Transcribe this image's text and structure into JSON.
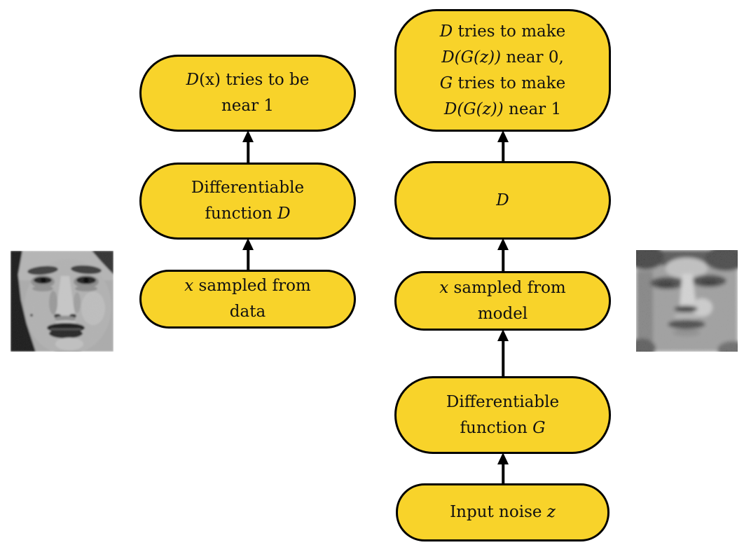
{
  "colors": {
    "page_background": "#ffffff",
    "box_fill": "#F8D32A",
    "box_border": "#000000",
    "text": "#111111",
    "arrow": "#000000"
  },
  "diagram": {
    "left_column": {
      "name": "discriminator-real-data-path",
      "boxes": [
        {
          "id": "dx-near-1",
          "lines": [
            [
              {
                "text": "D",
                "italic": true
              },
              {
                "text": "(x) tries to be",
                "italic": false
              }
            ],
            [
              {
                "text": "near 1",
                "italic": false
              }
            ]
          ]
        },
        {
          "id": "diff-function-d",
          "lines": [
            [
              {
                "text": "Differentiable",
                "italic": false
              }
            ],
            [
              {
                "text": "function ",
                "italic": false
              },
              {
                "text": "D",
                "italic": true
              }
            ]
          ]
        },
        {
          "id": "x-sampled-data",
          "lines": [
            [
              {
                "text": "x",
                "italic": true
              },
              {
                "text": " sampled from",
                "italic": false
              }
            ],
            [
              {
                "text": "data",
                "italic": false
              }
            ]
          ]
        }
      ]
    },
    "right_column": {
      "name": "discriminator-generator-path",
      "boxes": [
        {
          "id": "d-tries-make",
          "lines": [
            [
              {
                "text": "D",
                "italic": true
              },
              {
                "text": " tries to make",
                "italic": false
              }
            ],
            [
              {
                "text": "D(G(z))",
                "italic": true
              },
              {
                "text": " near 0,",
                "italic": false
              }
            ],
            [
              {
                "text": "G",
                "italic": true
              },
              {
                "text": " tries to make",
                "italic": false
              }
            ],
            [
              {
                "text": "D(G(z))",
                "italic": true
              },
              {
                "text": " near 1",
                "italic": false
              }
            ]
          ]
        },
        {
          "id": "function-d",
          "lines": [
            [
              {
                "text": "D",
                "italic": true
              }
            ]
          ]
        },
        {
          "id": "x-sampled-model",
          "lines": [
            [
              {
                "text": "x",
                "italic": true
              },
              {
                "text": " sampled from",
                "italic": false
              }
            ],
            [
              {
                "text": "model",
                "italic": false
              }
            ]
          ]
        },
        {
          "id": "diff-function-g",
          "lines": [
            [
              {
                "text": "Differentiable",
                "italic": false
              }
            ],
            [
              {
                "text": "function ",
                "italic": false
              },
              {
                "text": "G",
                "italic": true
              }
            ]
          ]
        },
        {
          "id": "input-noise-z",
          "lines": [
            [
              {
                "text": "Input noise ",
                "italic": false
              },
              {
                "text": "z",
                "italic": true
              }
            ]
          ]
        }
      ]
    },
    "images": {
      "left": {
        "name": "real-face-photo"
      },
      "right": {
        "name": "generated-face-photo"
      }
    }
  }
}
